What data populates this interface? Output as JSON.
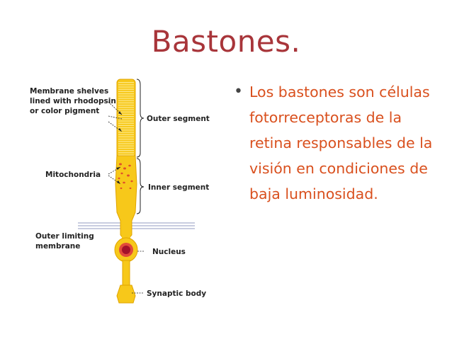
{
  "slide": {
    "title": "Bastones.",
    "bullet": "Los bastones son células fotorreceptoras de la retina responsables de la visión en condiciones de baja luminosidad.",
    "title_color": "#a8353a",
    "text_color": "#d9501e"
  },
  "diagram": {
    "labels": {
      "membrane_line1": "Membrane shelves",
      "membrane_line2": "lined with rhodopsin",
      "membrane_line3": "or color pigment",
      "outer_segment": "Outer segment",
      "mitochondria": "Mitochondria",
      "inner_segment": "Inner segment",
      "outer_limiting_line1": "Outer limiting",
      "outer_limiting_line2": "membrane",
      "nucleus": "Nucleus",
      "synaptic_body": "Synaptic body"
    },
    "colors": {
      "cell_fill": "#f7c81a",
      "cell_stroke": "#e0a400",
      "shelf": "#fde98a",
      "mitochondria": "#e0502a",
      "nucleus_outer": "#e24b3a",
      "nucleus_inner": "#a3122a",
      "membrane_band": "#c9cde0"
    }
  }
}
